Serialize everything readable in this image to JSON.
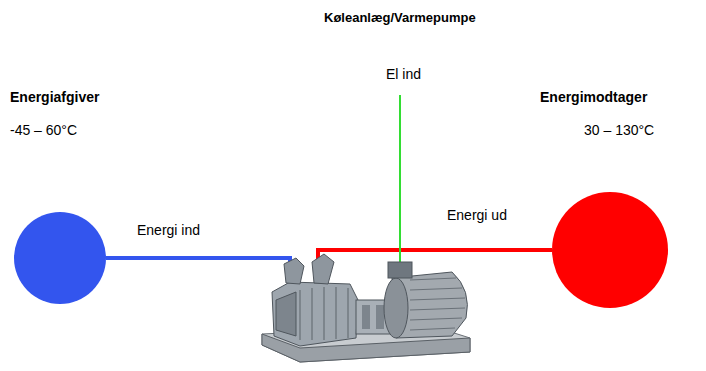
{
  "diagram": {
    "title": "Køleanlæg/Varmepumpe",
    "nodes": [
      {
        "text": [
          "Energiafgiver",
          "-45 – 60°C"
        ]
      },
      {
        "text": [
          "Energimodtager",
          "30 – 130°C"
        ]
      }
    ],
    "edges": [
      {
        "from": 0,
        "to": 1,
        "arrow": "none"
      }
    ],
    "labels": [
      "El ind",
      "Energi ind",
      "Energi ud"
    ]
  }
}
